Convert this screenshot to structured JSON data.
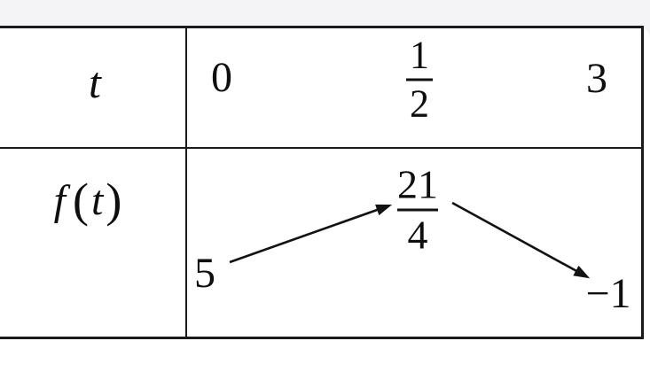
{
  "colors": {
    "table_border": "#1b1b1b",
    "top_band": "#f4f4f6",
    "card_background": "#ffffff",
    "text": "#0e0e0e"
  },
  "table": {
    "row1": {
      "variable": "t",
      "values": {
        "first": "0",
        "middle_fraction": {
          "numerator": "1",
          "denominator": "2"
        },
        "last": "3"
      }
    },
    "row2": {
      "label": {
        "func": "f",
        "open_paren": "(",
        "variable": "t",
        "close_paren": ")"
      },
      "values": {
        "start": "5",
        "peak_fraction": {
          "numerator": "21",
          "denominator": "4"
        },
        "end": "−1"
      },
      "variations": [
        "increasing",
        "decreasing"
      ]
    }
  }
}
